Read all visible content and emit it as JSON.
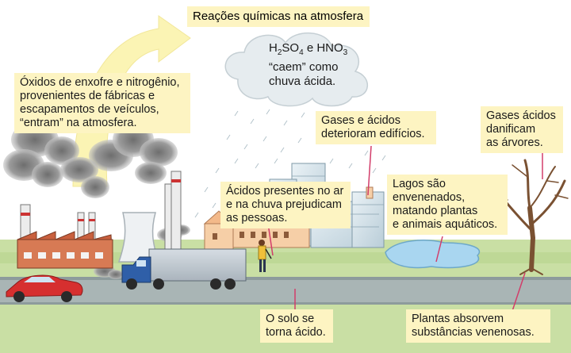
{
  "title": "Reações químicas na atmosfera",
  "cloud": {
    "formula_h2so4": "H",
    "formula_h2so4_sub": "2",
    "formula_h2so4_b": "SO",
    "formula_h2so4_sub2": "4",
    "formula_and": " e HNO",
    "formula_hno3_sub": "3",
    "line2": "“caem” como",
    "line3": "chuva ácida."
  },
  "labels": {
    "oxides": [
      "Óxidos de enxofre e nitrogênio,",
      "provenientes de fábricas e",
      "escapamentos de veículos,",
      "“entram” na atmosfera."
    ],
    "buildings": [
      "Gases e ácidos",
      "deterioram edifícios."
    ],
    "trees": [
      "Gases ácidos",
      "danificam",
      "as árvores."
    ],
    "people": [
      "Ácidos presentes no ar",
      "e na chuva prejudicam",
      "as pessoas."
    ],
    "lakes": [
      "Lagos são",
      "envenenados,",
      "matando plantas",
      "e animais aquáticos."
    ],
    "soil": [
      "O solo se",
      "torna ácido."
    ],
    "plants": [
      "Plantas absorvem",
      "substâncias venenosas."
    ]
  },
  "colors": {
    "label_bg": "#fdf4c2",
    "sky": "#ffffff",
    "grass": "#c9dfa4",
    "road": "#a9b5b5",
    "lake": "#a9d6f0",
    "smoke": "#9a9a9a",
    "arrow": "#fbf4b4",
    "leader": "#d23d6a"
  }
}
